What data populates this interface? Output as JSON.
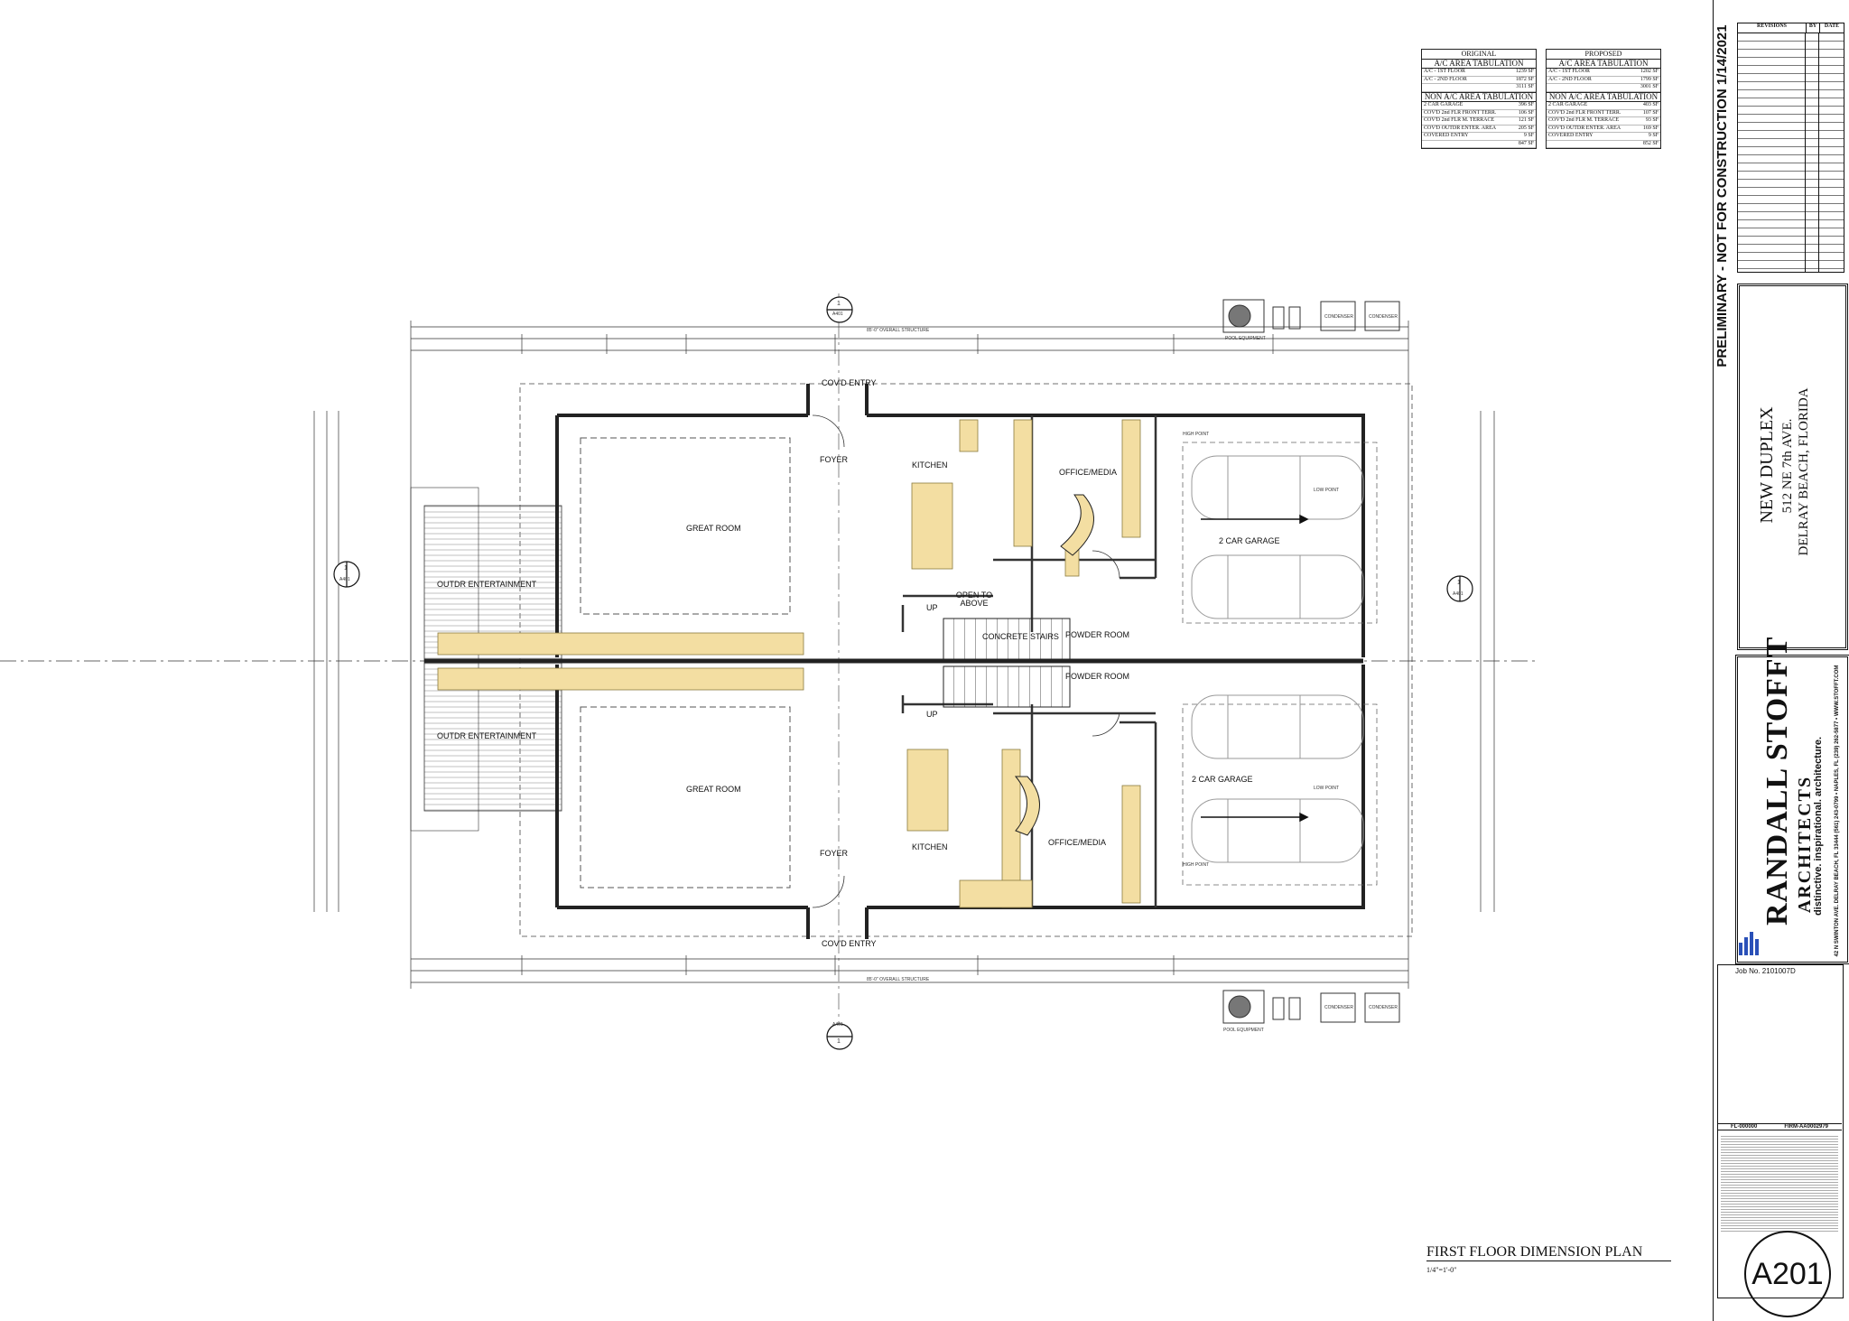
{
  "tabulation": {
    "original": {
      "header": "ORIGINAL",
      "ac_title": "A/C AREA TABULATION",
      "ac_rows": [
        {
          "label": "A/C - 1ST FLOOR",
          "value": "1239 SF"
        },
        {
          "label": "A/C - 2ND FLOOR",
          "value": "1872 SF"
        },
        {
          "label": "",
          "value": "3111 SF"
        }
      ],
      "nonac_title": "NON A/C AREA TABULATION",
      "nonac_rows": [
        {
          "label": "2 CAR GARAGE",
          "value": "396 SF"
        },
        {
          "label": "COV'D 2nd FLR FRONT TERR.",
          "value": "106 SF"
        },
        {
          "label": "COV'D 2nd FLR M. TERRACE",
          "value": "121 SF"
        },
        {
          "label": "COV'D OUTDR ENTER. AREA",
          "value": "205 SF"
        },
        {
          "label": "COVERED ENTRY",
          "value": "9 SF"
        },
        {
          "label": "",
          "value": "847 SF"
        }
      ]
    },
    "proposed": {
      "header": "PROPOSED",
      "ac_title": "A/C AREA TABULATION",
      "ac_rows": [
        {
          "label": "A/C - 1ST FLOOR",
          "value": "1202 SF"
        },
        {
          "label": "A/C - 2ND FLOOR",
          "value": "1799 SF"
        },
        {
          "label": "",
          "value": "3001 SF"
        }
      ],
      "nonac_title": "NON A/C AREA TABULATION",
      "nonac_rows": [
        {
          "label": "2 CAR GARAGE",
          "value": "403 SF"
        },
        {
          "label": "COV'D 2nd FLR FRONT TERR.",
          "value": "107 SF"
        },
        {
          "label": "COV'D 2nd FLR M. TERRACE",
          "value": "93 SF"
        },
        {
          "label": "COV'D OUTDR ENTER. AREA",
          "value": "169 SF"
        },
        {
          "label": "COVERED ENTRY",
          "value": "9 SF"
        },
        {
          "label": "",
          "value": "852 SF"
        }
      ]
    }
  },
  "title_block": {
    "revisions_header": "REVISIONS",
    "by_header": "BY",
    "date_header": "DATE",
    "stamp": "PRELIMINARY - NOT FOR CONSTRUCTION 1/14/2021",
    "project_name": "NEW DUPLEX",
    "address_line1": "512 NE 7th AVE.",
    "address_line2": "DELRAY BEACH, FLORIDA",
    "firm_name": "RANDALL STOFFT",
    "firm_sub": "ARCHITECTS",
    "firm_tagline": "distinctive. inspirational. architecture.",
    "firm_address": "42 N SWINTON AVE. DELRAY BEACH, FL 33444 (561) 243-0799 • NAPLES, FL (239) 262-5877 • WWW.STOFFT.COM",
    "job_no": "Job No. 2101007D",
    "license_left": "FL-000000",
    "license_right": "FIRM-AA0002979",
    "sheet_number": "A201"
  },
  "drawing": {
    "title": "FIRST FLOOR DIMENSION PLAN",
    "scale": "1/4\"=1'-0\"",
    "overall_structure": "85'-0\" OVERALL STRUCTURE",
    "pool_equipment": "POOL EQUIPMENT",
    "condenser": "CONDENSER",
    "section_ref": "A401",
    "section_mark": "1",
    "rooms": {
      "covd_entry": "COV'D ENTRY",
      "foyer": "FOYER",
      "kitchen": "KITCHEN",
      "office_media": "OFFICE/MEDIA",
      "great_room": "GREAT ROOM",
      "outdr_entertainment": "OUTDR ENTERTAINMENT",
      "two_car_garage": "2 CAR GARAGE",
      "powder_room": "POWDER ROOM",
      "concrete_stairs": "CONCRETE STAIRS",
      "open_to_above": "OPEN TO ABOVE",
      "up": "UP",
      "high_point": "HIGH POINT",
      "low_point": "LOW POINT"
    }
  }
}
